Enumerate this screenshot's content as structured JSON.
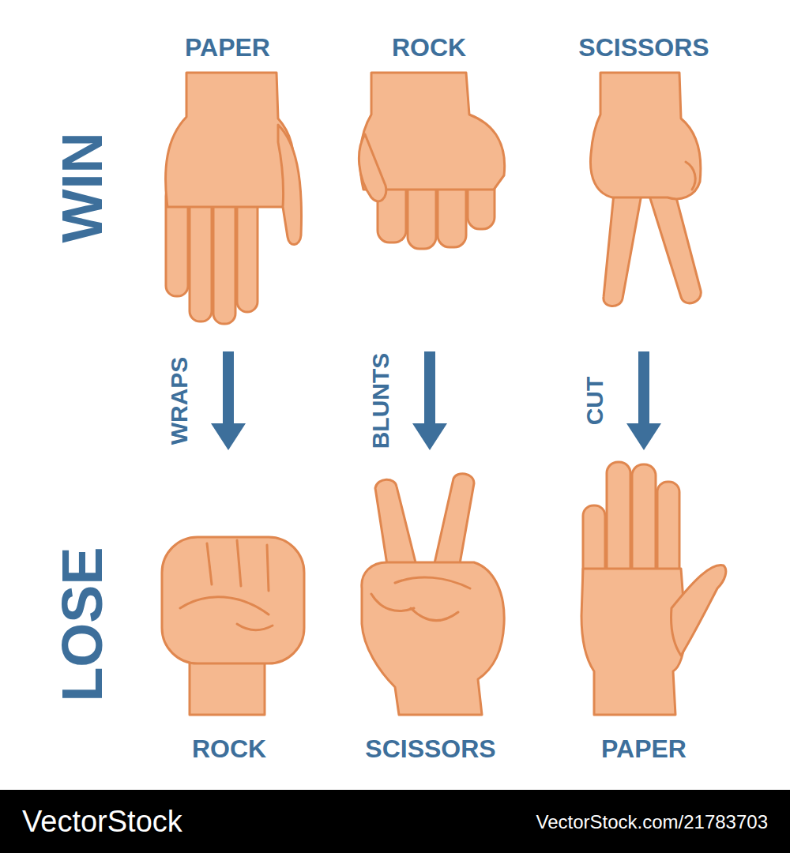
{
  "diagram": {
    "nodes": [
      {
        "text": [
          "PAPER"
        ]
      },
      {
        "text": [
          "ROCK"
        ]
      },
      {
        "text": [
          "SCISSORS"
        ]
      },
      {
        "text": [
          "ROCK"
        ]
      },
      {
        "text": [
          "SCISSORS"
        ]
      },
      {
        "text": [
          "PAPER"
        ]
      }
    ],
    "edges": [
      {
        "from": 0,
        "to": 3,
        "label": "WRAPS",
        "arrow": "to"
      },
      {
        "from": 1,
        "to": 4,
        "label": "BLUNTS",
        "arrow": "to"
      },
      {
        "from": 2,
        "to": 5,
        "label": "CUT",
        "arrow": "to"
      }
    ],
    "labels": [
      "WIN",
      "LOSE",
      "VectorStock",
      "VectorStock.com/21783703"
    ]
  }
}
